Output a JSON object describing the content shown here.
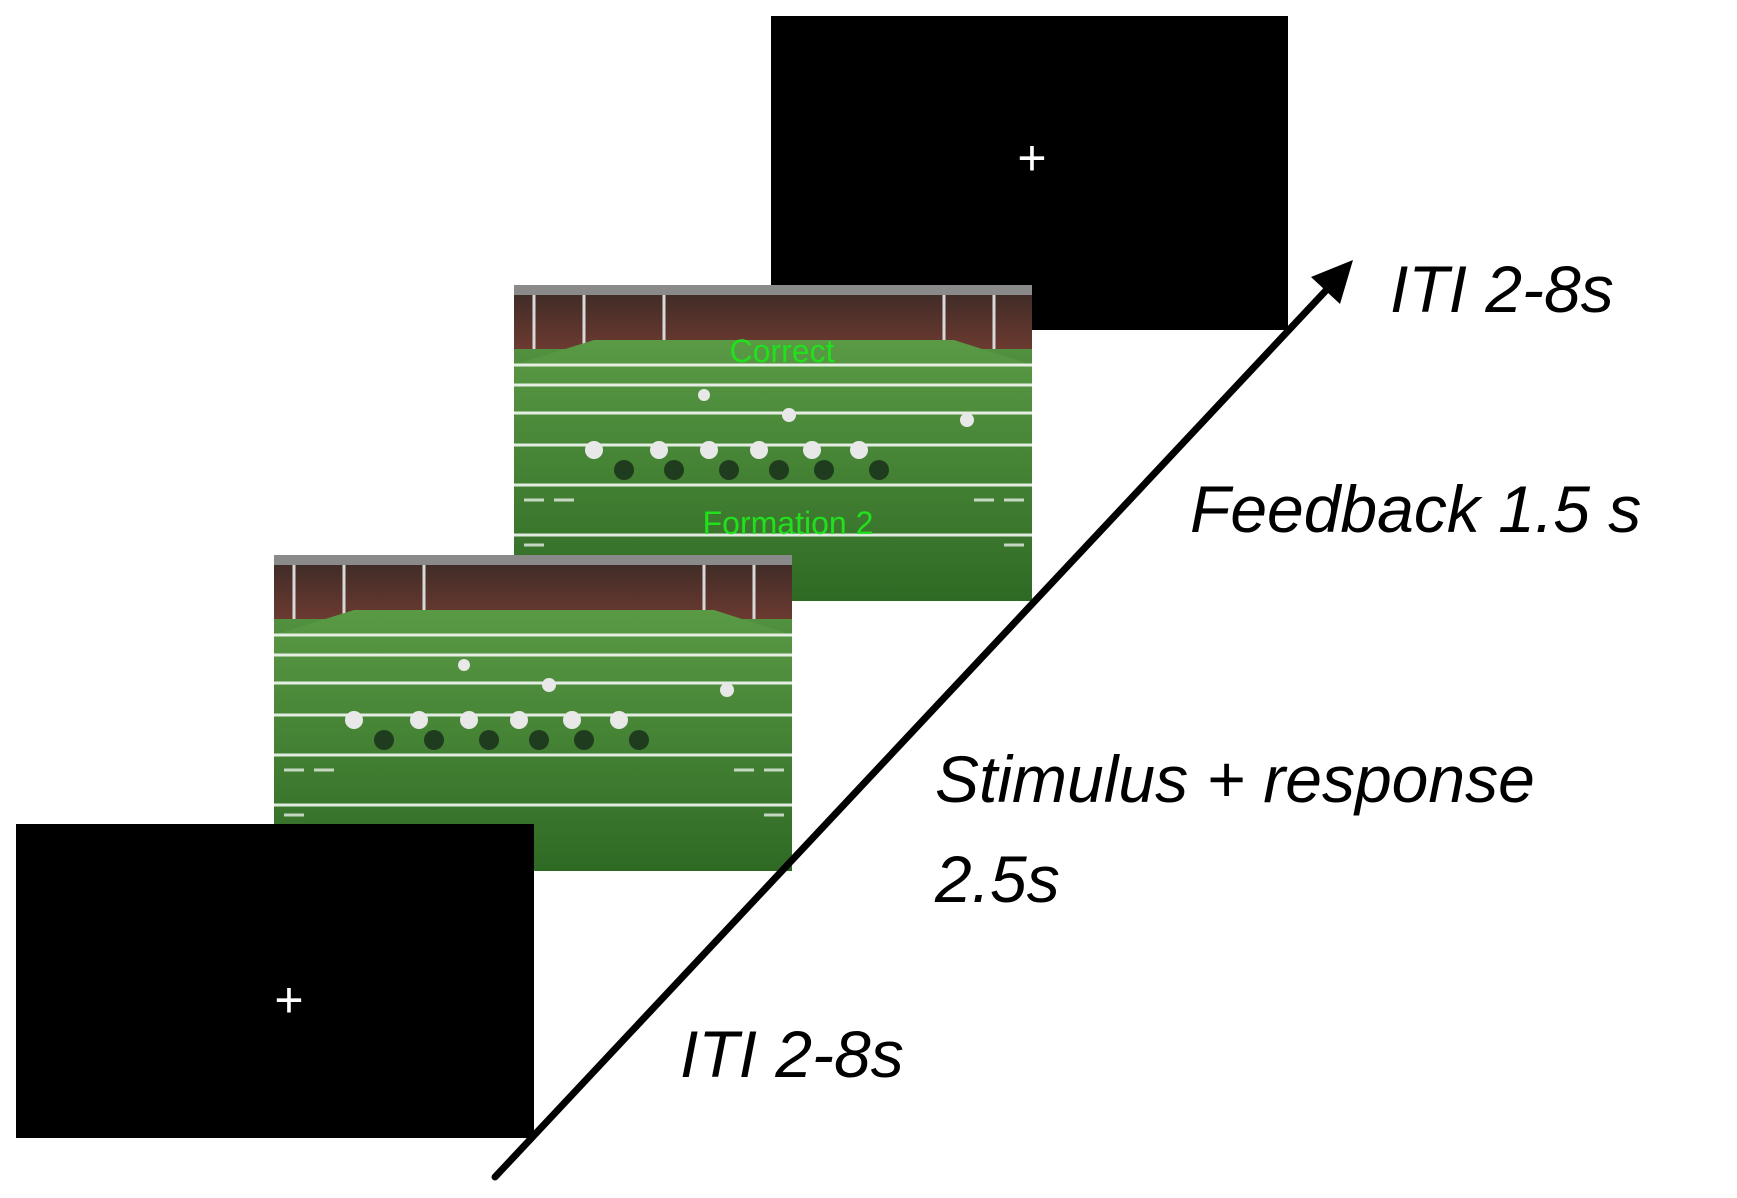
{
  "screens": {
    "iti_first": {
      "fixation": "+"
    },
    "stimulus": {},
    "feedback": {
      "result_text": "Correct",
      "formation_text": "Formation 2"
    },
    "iti_last": {
      "fixation": "+"
    }
  },
  "labels": {
    "iti_first": "ITI 2-8s",
    "stimulus_line1": "Stimulus + response",
    "stimulus_line2": "2.5s",
    "feedback": "Feedback 1.5 s",
    "iti_last": "ITI 2-8s"
  },
  "colors": {
    "feedback_text": "#22e01e",
    "screen": "#000000",
    "turf": "#3f7a2e"
  }
}
